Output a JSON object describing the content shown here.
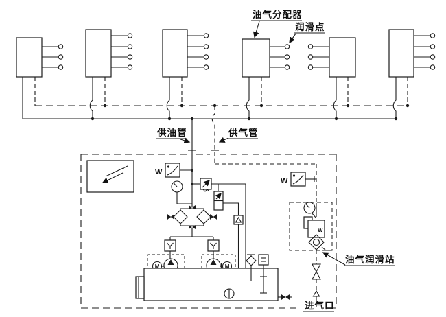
{
  "diagram": {
    "labels": {
      "distributor": "油气分配器",
      "lube_point": "润滑点",
      "oil_pipe": "供油管",
      "gas_pipe": "供气管",
      "station": "油气润滑站",
      "air_inlet": "进气口"
    },
    "glyphs": {
      "spring": "W",
      "motor": "M"
    },
    "structure": {
      "distributor_count": 6,
      "lube_points_per_distributor": [
        3,
        4,
        4,
        3,
        3,
        4
      ],
      "total_lube_points": 21,
      "pump_count": 2,
      "supply_lines": [
        "oil (solid line)",
        "gas (dashed line)"
      ]
    },
    "colors": {
      "line": "#1c1c1c",
      "background": "#ffffff"
    }
  }
}
